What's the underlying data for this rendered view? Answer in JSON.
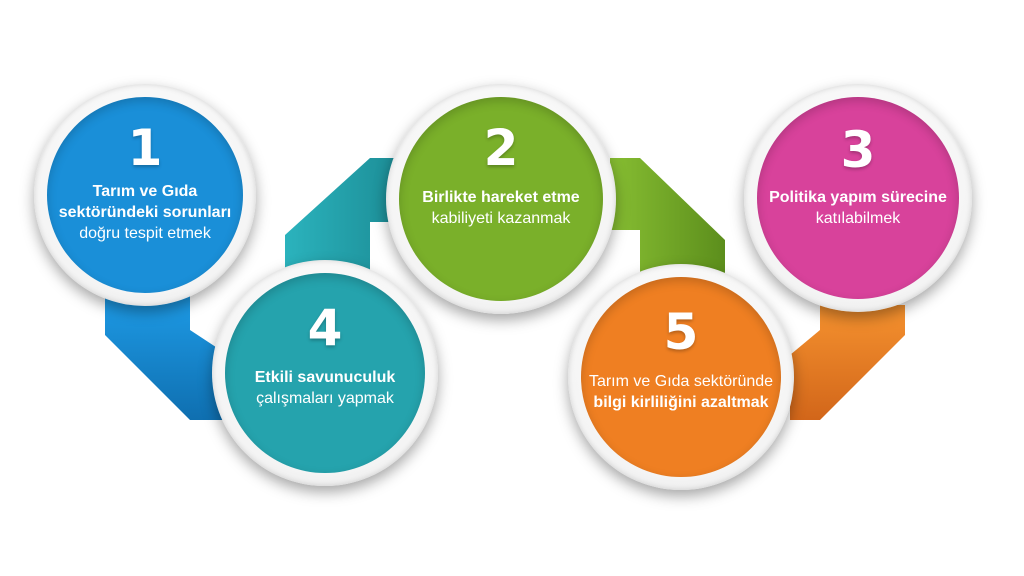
{
  "steps": [
    {
      "number": "1",
      "lines": [
        "Tarım ve Gıda",
        "sektöründeki sorunları",
        "doğru tespit etmek"
      ],
      "bold_lines": 2,
      "color": "#1a8fd8"
    },
    {
      "number": "2",
      "lines": [
        "Birlikte hareket etme",
        "kabiliyeti kazanmak"
      ],
      "bold_lines": 1,
      "color": "#7ab02a"
    },
    {
      "number": "3",
      "lines": [
        "Politika yapım sürecine",
        "katılabilmek"
      ],
      "bold_lines": 1,
      "color": "#d8429b"
    },
    {
      "number": "4",
      "lines": [
        "Etkili savunuculuk",
        "çalışmaları yapmak"
      ],
      "bold_lines": 1,
      "color": "#25a3ad"
    },
    {
      "number": "5",
      "lines": [
        "Tarım ve Gıda sektöründe",
        "bilgi kirliliğini azaltmak"
      ],
      "bold_lines": 1,
      "bold_from_end": true,
      "color": "#ef7f22"
    }
  ],
  "ribbon_colors": {
    "blue": "#1a8fd8",
    "teal": "#25a3ad",
    "green": "#7ab02a",
    "orange": "#ef7f22"
  }
}
